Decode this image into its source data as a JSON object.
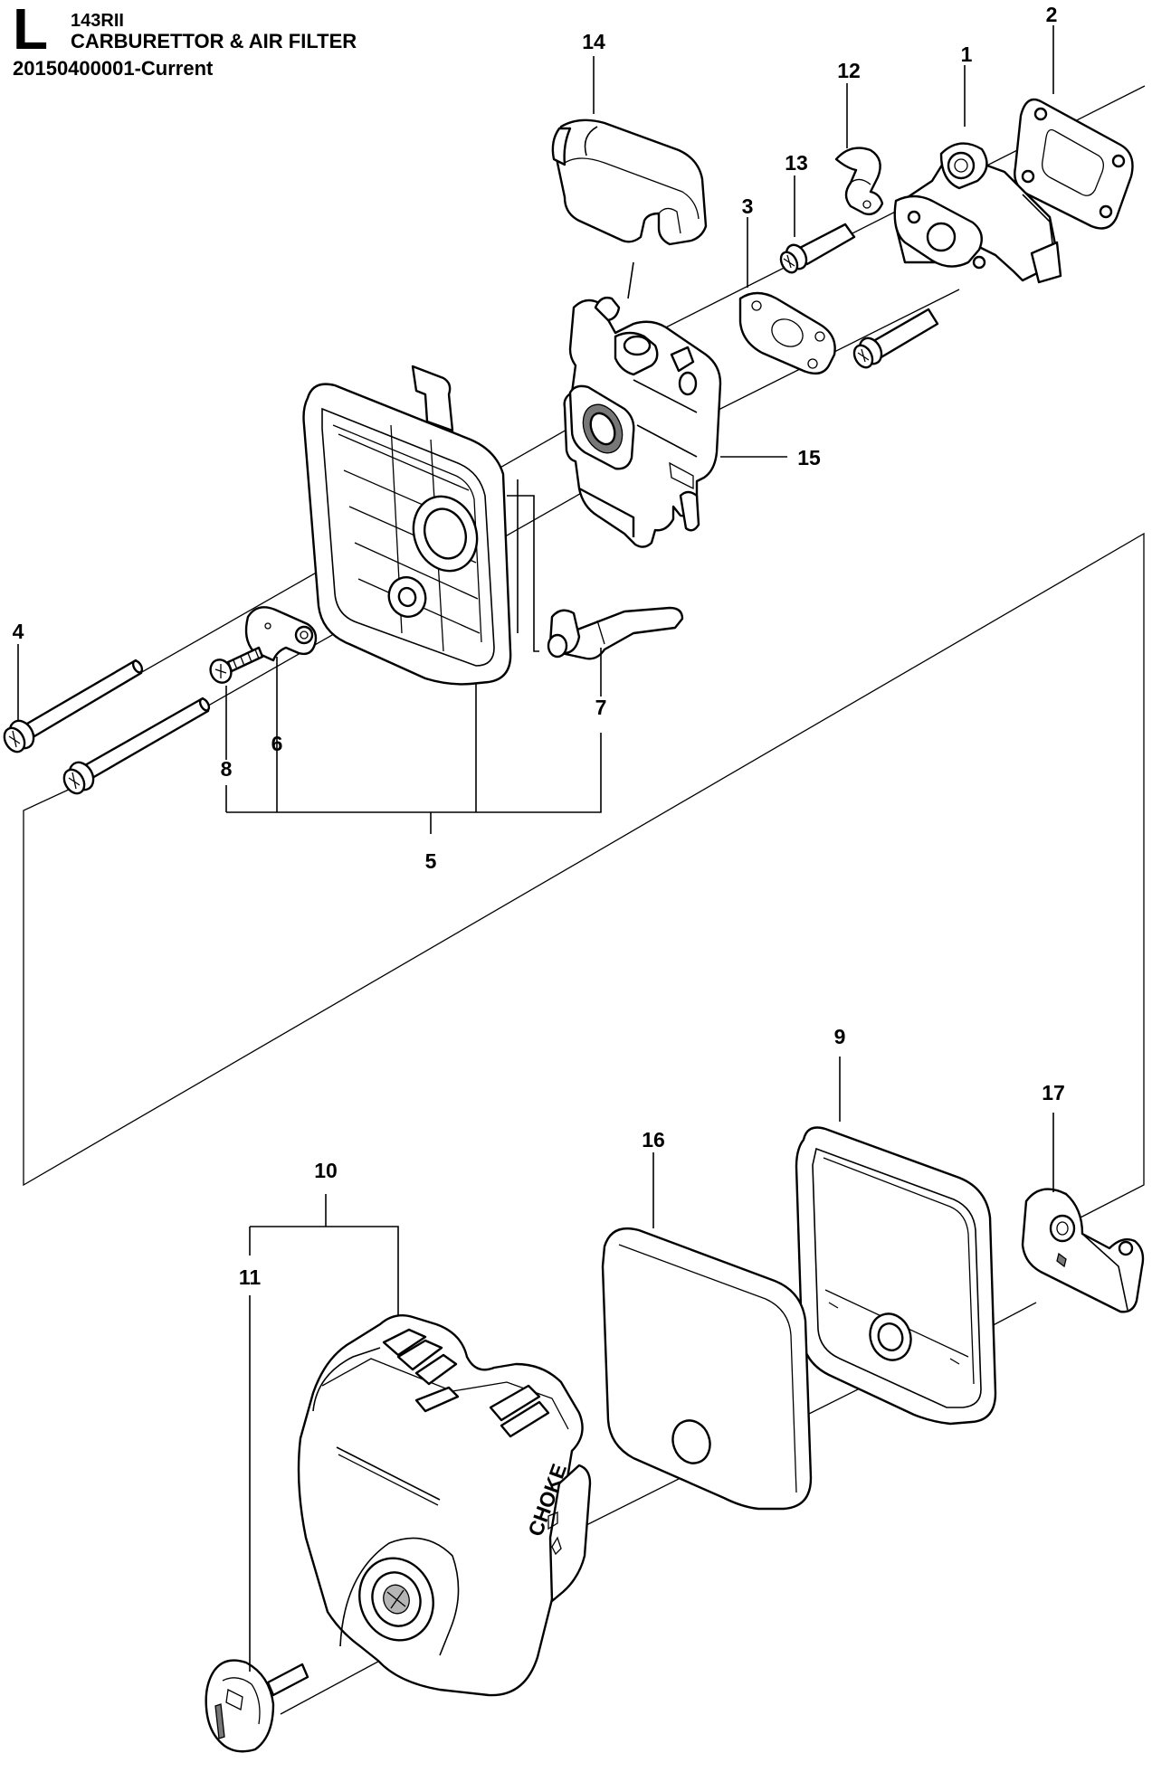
{
  "header": {
    "section_letter": "L",
    "model": "143RII",
    "title": "CARBURETTOR & AIR FILTER",
    "code": "20150400001-Current"
  },
  "callouts": {
    "c1": "1",
    "c2": "2",
    "c3": "3",
    "c4": "4",
    "c5": "5",
    "c6": "6",
    "c7": "7",
    "c8": "8",
    "c9": "9",
    "c10": "10",
    "c11": "11",
    "c12": "12",
    "c13": "13",
    "c14": "14",
    "c15": "15",
    "c16": "16",
    "c17": "17"
  },
  "choke_label": "CHOKE"
}
